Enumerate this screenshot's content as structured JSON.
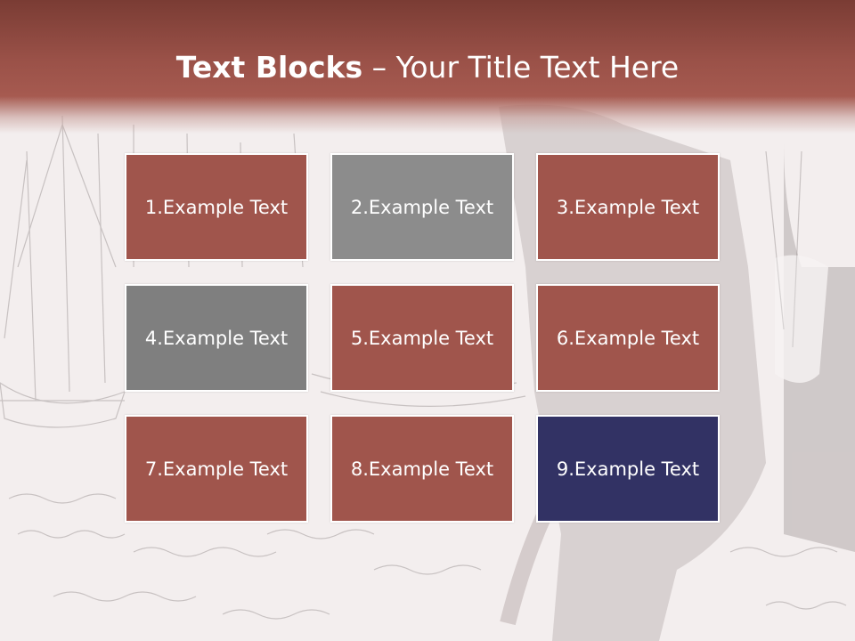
{
  "slide": {
    "title_bold": "Text Blocks",
    "title_rest": " – Your Title Text Here"
  },
  "blocks": [
    {
      "label": "1.Example Text",
      "color": "#a0554c"
    },
    {
      "label": "2.Example Text",
      "color": "#8c8c8c"
    },
    {
      "label": "3.Example Text",
      "color": "#a0554c"
    },
    {
      "label": "4.Example Text",
      "color": "#7f7f7f"
    },
    {
      "label": "5.Example Text",
      "color": "#a0554c"
    },
    {
      "label": "6.Example Text",
      "color": "#a0554c"
    },
    {
      "label": "7.Example Text",
      "color": "#a0554c"
    },
    {
      "label": "8.Example Text",
      "color": "#a0554c"
    },
    {
      "label": "9.Example Text",
      "color": "#323264"
    }
  ],
  "colors": {
    "header": "#9a5148",
    "background": "#f3eeee"
  }
}
